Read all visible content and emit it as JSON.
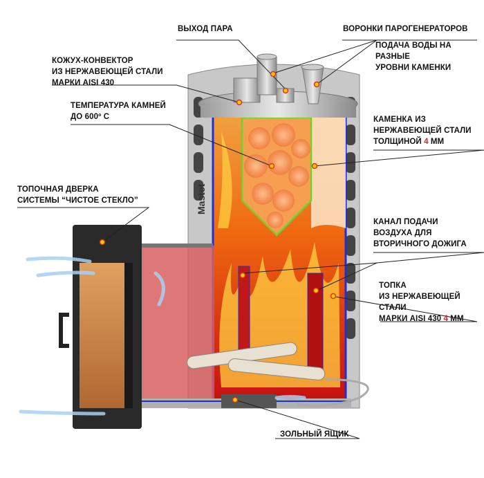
{
  "labels": {
    "steam_outlet": "ВЫХОД ПАРА",
    "funnels": "ВОРОНКИ ПАРОГЕНЕРАТОРОВ",
    "water_supply": [
      "ПОДАЧА ВОДЫ НА",
      "РАЗНЫЕ",
      "УРОВНИ КАМЕНКИ"
    ],
    "casing": [
      "КОЖУХ-КОНВЕКТОР",
      "ИЗ НЕРЖАВЕЮЩЕЙ СТАЛИ",
      "МАРКИ AISI 430"
    ],
    "stone_temp": [
      "ТЕМПЕРАТУРА КАМНЕЙ",
      "ДО 600º С"
    ],
    "heater": [
      "КАМЕНКА ИЗ",
      "НЕРЖАВЕЮЩЕЙ СТАЛИ",
      "ТОЛЩИНОЙ",
      "4",
      "ММ"
    ],
    "door": [
      "ТОПОЧНАЯ ДВЕРКА",
      "СИСТЕМЫ “ЧИСТОЕ СТЕКЛО”"
    ],
    "air_channel": [
      "КАНАЛ ПОДАЧИ",
      "ВОЗДУХА ДЛЯ",
      "ВТОРИЧНОГО ДОЖИГА"
    ],
    "firebox": [
      "ТОПКА",
      "ИЗ НЕРЖАВЕЮЩЕЙ",
      "СТАЛИ",
      "МАРКИ AISI 430",
      "4",
      "ММ"
    ],
    "ash_box": "ЗОЛЬНЫЙ ЯЩИК"
  },
  "brand": "Mastet",
  "colors": {
    "marker": "#f5d000",
    "marker_ring": "#e03020",
    "accent": "#e02020"
  }
}
